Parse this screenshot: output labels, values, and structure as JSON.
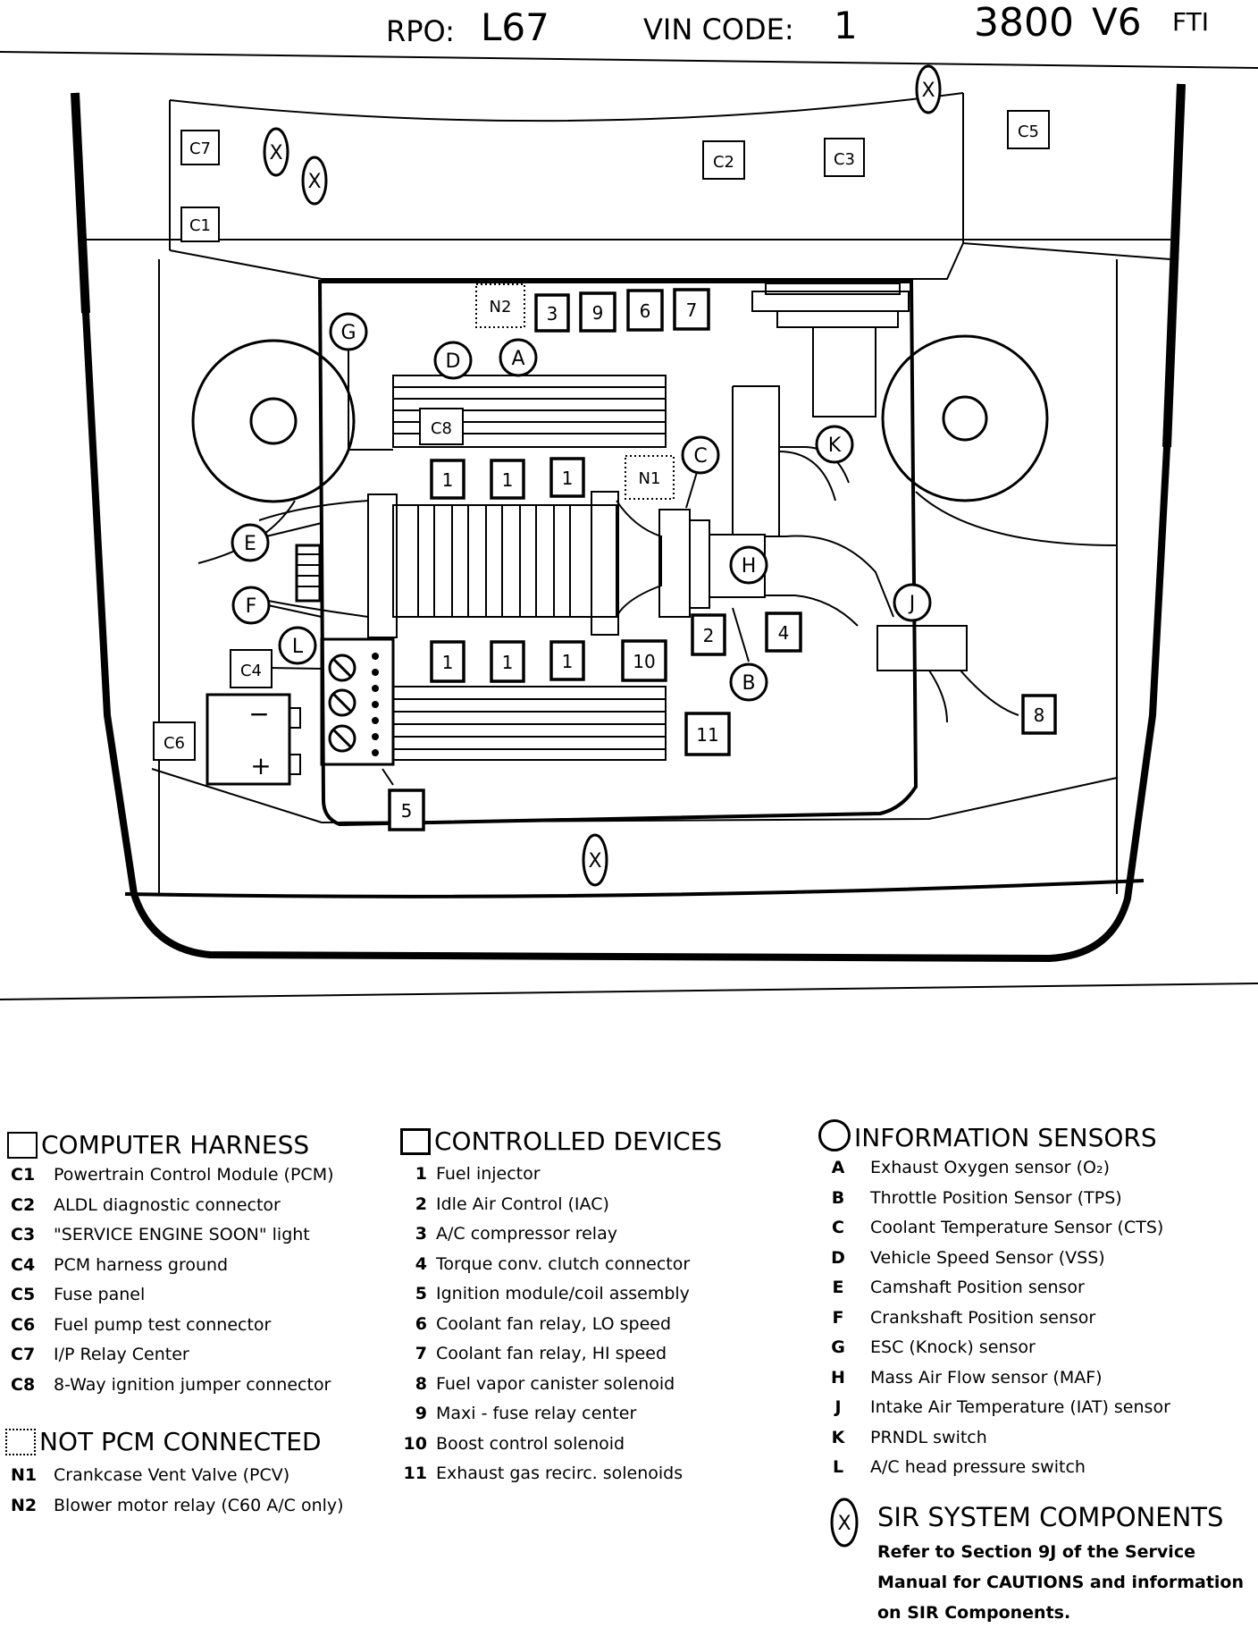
{
  "header": {
    "rpo_label": "RPO:",
    "rpo_value": "L67",
    "vin_label": "VIN CODE:",
    "vin_value": "1",
    "engine": "3800",
    "config": "V6",
    "suffix": "FTI"
  },
  "diagram": {
    "harness_boxes": [
      "C7",
      "C1",
      "C2",
      "C3",
      "C5",
      "C8",
      "C4",
      "C6"
    ],
    "device_boxes": [
      "3",
      "9",
      "6",
      "7",
      "1",
      "1",
      "1",
      "1",
      "1",
      "1",
      "10",
      "11",
      "2",
      "4",
      "8",
      "5"
    ],
    "sensor_circles": [
      "G",
      "D",
      "A",
      "C",
      "K",
      "E",
      "F",
      "L",
      "H",
      "J",
      "B"
    ],
    "not_pcm_boxes": [
      "N2",
      "N1"
    ],
    "sir_marks": [
      "X",
      "X",
      "X",
      "X"
    ],
    "battery_minus": "−",
    "battery_plus": "+"
  },
  "legend": {
    "computer_harness": {
      "title": "COMPUTER HARNESS",
      "items": [
        {
          "code": "C1",
          "label": "Powertrain Control Module (PCM)"
        },
        {
          "code": "C2",
          "label": "ALDL diagnostic connector"
        },
        {
          "code": "C3",
          "label": "\"SERVICE ENGINE SOON\" light"
        },
        {
          "code": "C4",
          "label": "PCM harness ground"
        },
        {
          "code": "C5",
          "label": "Fuse panel"
        },
        {
          "code": "C6",
          "label": "Fuel pump test connector"
        },
        {
          "code": "C7",
          "label": "I/P Relay Center"
        },
        {
          "code": "C8",
          "label": "8-Way ignition jumper connector"
        }
      ]
    },
    "not_pcm_connected": {
      "title": "NOT PCM CONNECTED",
      "items": [
        {
          "code": "N1",
          "label": "Crankcase Vent Valve (PCV)"
        },
        {
          "code": "N2",
          "label": "Blower motor relay (C60 A/C only)"
        }
      ]
    },
    "controlled_devices": {
      "title": "CONTROLLED DEVICES",
      "items": [
        {
          "code": "1",
          "label": "Fuel injector"
        },
        {
          "code": "2",
          "label": "Idle Air Control  (IAC)"
        },
        {
          "code": "3",
          "label": "A/C compressor relay"
        },
        {
          "code": "4",
          "label": "Torque conv. clutch connector"
        },
        {
          "code": "5",
          "label": "Ignition module/coil assembly"
        },
        {
          "code": "6",
          "label": "Coolant fan relay, LO speed"
        },
        {
          "code": "7",
          "label": "Coolant fan relay, HI speed"
        },
        {
          "code": "8",
          "label": "Fuel vapor canister solenoid"
        },
        {
          "code": "9",
          "label": "Maxi - fuse relay center"
        },
        {
          "code": "10",
          "label": "Boost control solenoid"
        },
        {
          "code": "11",
          "label": "Exhaust gas recirc. solenoids"
        }
      ]
    },
    "information_sensors": {
      "title": "INFORMATION SENSORS",
      "items": [
        {
          "code": "A",
          "label": "Exhaust Oxygen sensor (O₂)"
        },
        {
          "code": "B",
          "label": "Throttle Position Sensor (TPS)"
        },
        {
          "code": "C",
          "label": "Coolant Temperature Sensor (CTS)"
        },
        {
          "code": "D",
          "label": "Vehicle  Speed Sensor (VSS)"
        },
        {
          "code": "E",
          "label": "Camshaft Position sensor"
        },
        {
          "code": "F",
          "label": "Crankshaft Position sensor"
        },
        {
          "code": "G",
          "label": "ESC (Knock) sensor"
        },
        {
          "code": "H",
          "label": "Mass Air Flow sensor (MAF)"
        },
        {
          "code": "J",
          "label": "Intake Air Temperature (IAT) sensor"
        },
        {
          "code": "K",
          "label": "PRNDL switch"
        },
        {
          "code": "L",
          "label": "A/C head pressure switch"
        }
      ]
    },
    "sir": {
      "symbol": "X",
      "title": "SIR SYSTEM COMPONENTS",
      "note": "Refer to Section 9J of the Service Manual for CAUTIONS and information on SIR Components."
    }
  }
}
